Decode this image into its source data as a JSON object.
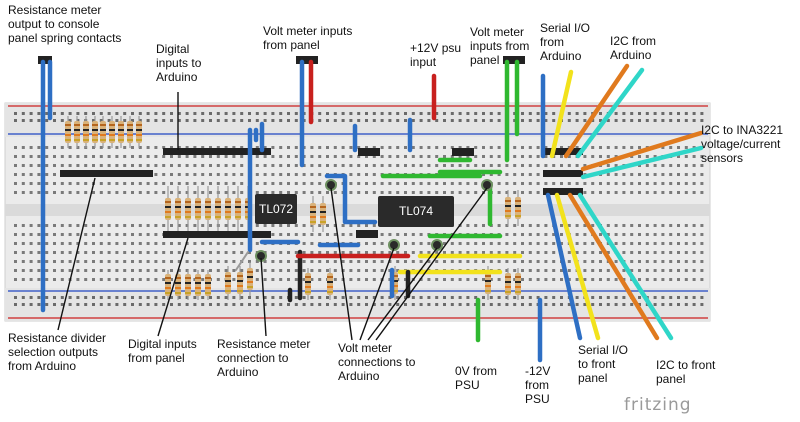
{
  "labels": {
    "resistance_meter_output": "Resistance meter\noutput to console\npanel spring contacts",
    "digital_inputs_to_arduino": "Digital\ninputs to\nArduino",
    "volt_meter_inputs_left": "Volt meter inputs\nfrom panel",
    "psu_input": "+12V psu\ninput",
    "volt_meter_inputs_right": "Volt meter\ninputs from\npanel",
    "serial_io_from_arduino": "Serial I/O\nfrom\nArduino",
    "i2c_from_arduino": "I2C from\nArduino",
    "i2c_to_ina3221": "I2C to INA3221\nvoltage/current\nsensors",
    "resistance_divider": "Resistance divider\nselection outputs\nfrom Arduino",
    "digital_inputs_from_panel": "Digital inputs\nfrom panel",
    "resistance_meter_connection": "Resistance meter\nconnection to\nArduino",
    "volt_meter_connections": "Volt meter\nconnections to\nArduino",
    "zero_v_from_psu": "0V from\nPSU",
    "minus_12v_from_psu": "-12V\nfrom\nPSU",
    "serial_io_to_front": "Serial I/O\nto front\npanel",
    "i2c_to_front": "I2C to front\npanel"
  },
  "chips": {
    "tl072": "TL072",
    "tl074": "TL074"
  },
  "branding": {
    "logo": "fritzing"
  },
  "colors": {
    "wire_blue": "#2e6fc4",
    "wire_red": "#c8201e",
    "wire_green": "#2fb830",
    "wire_yellow": "#f2e21c",
    "wire_orange": "#e07a1e",
    "wire_cyan": "#2fd6c8",
    "wire_black": "#222222",
    "breadboard": "#ebebeb",
    "rail_red": "#d04040",
    "rail_blue": "#4060c8"
  }
}
